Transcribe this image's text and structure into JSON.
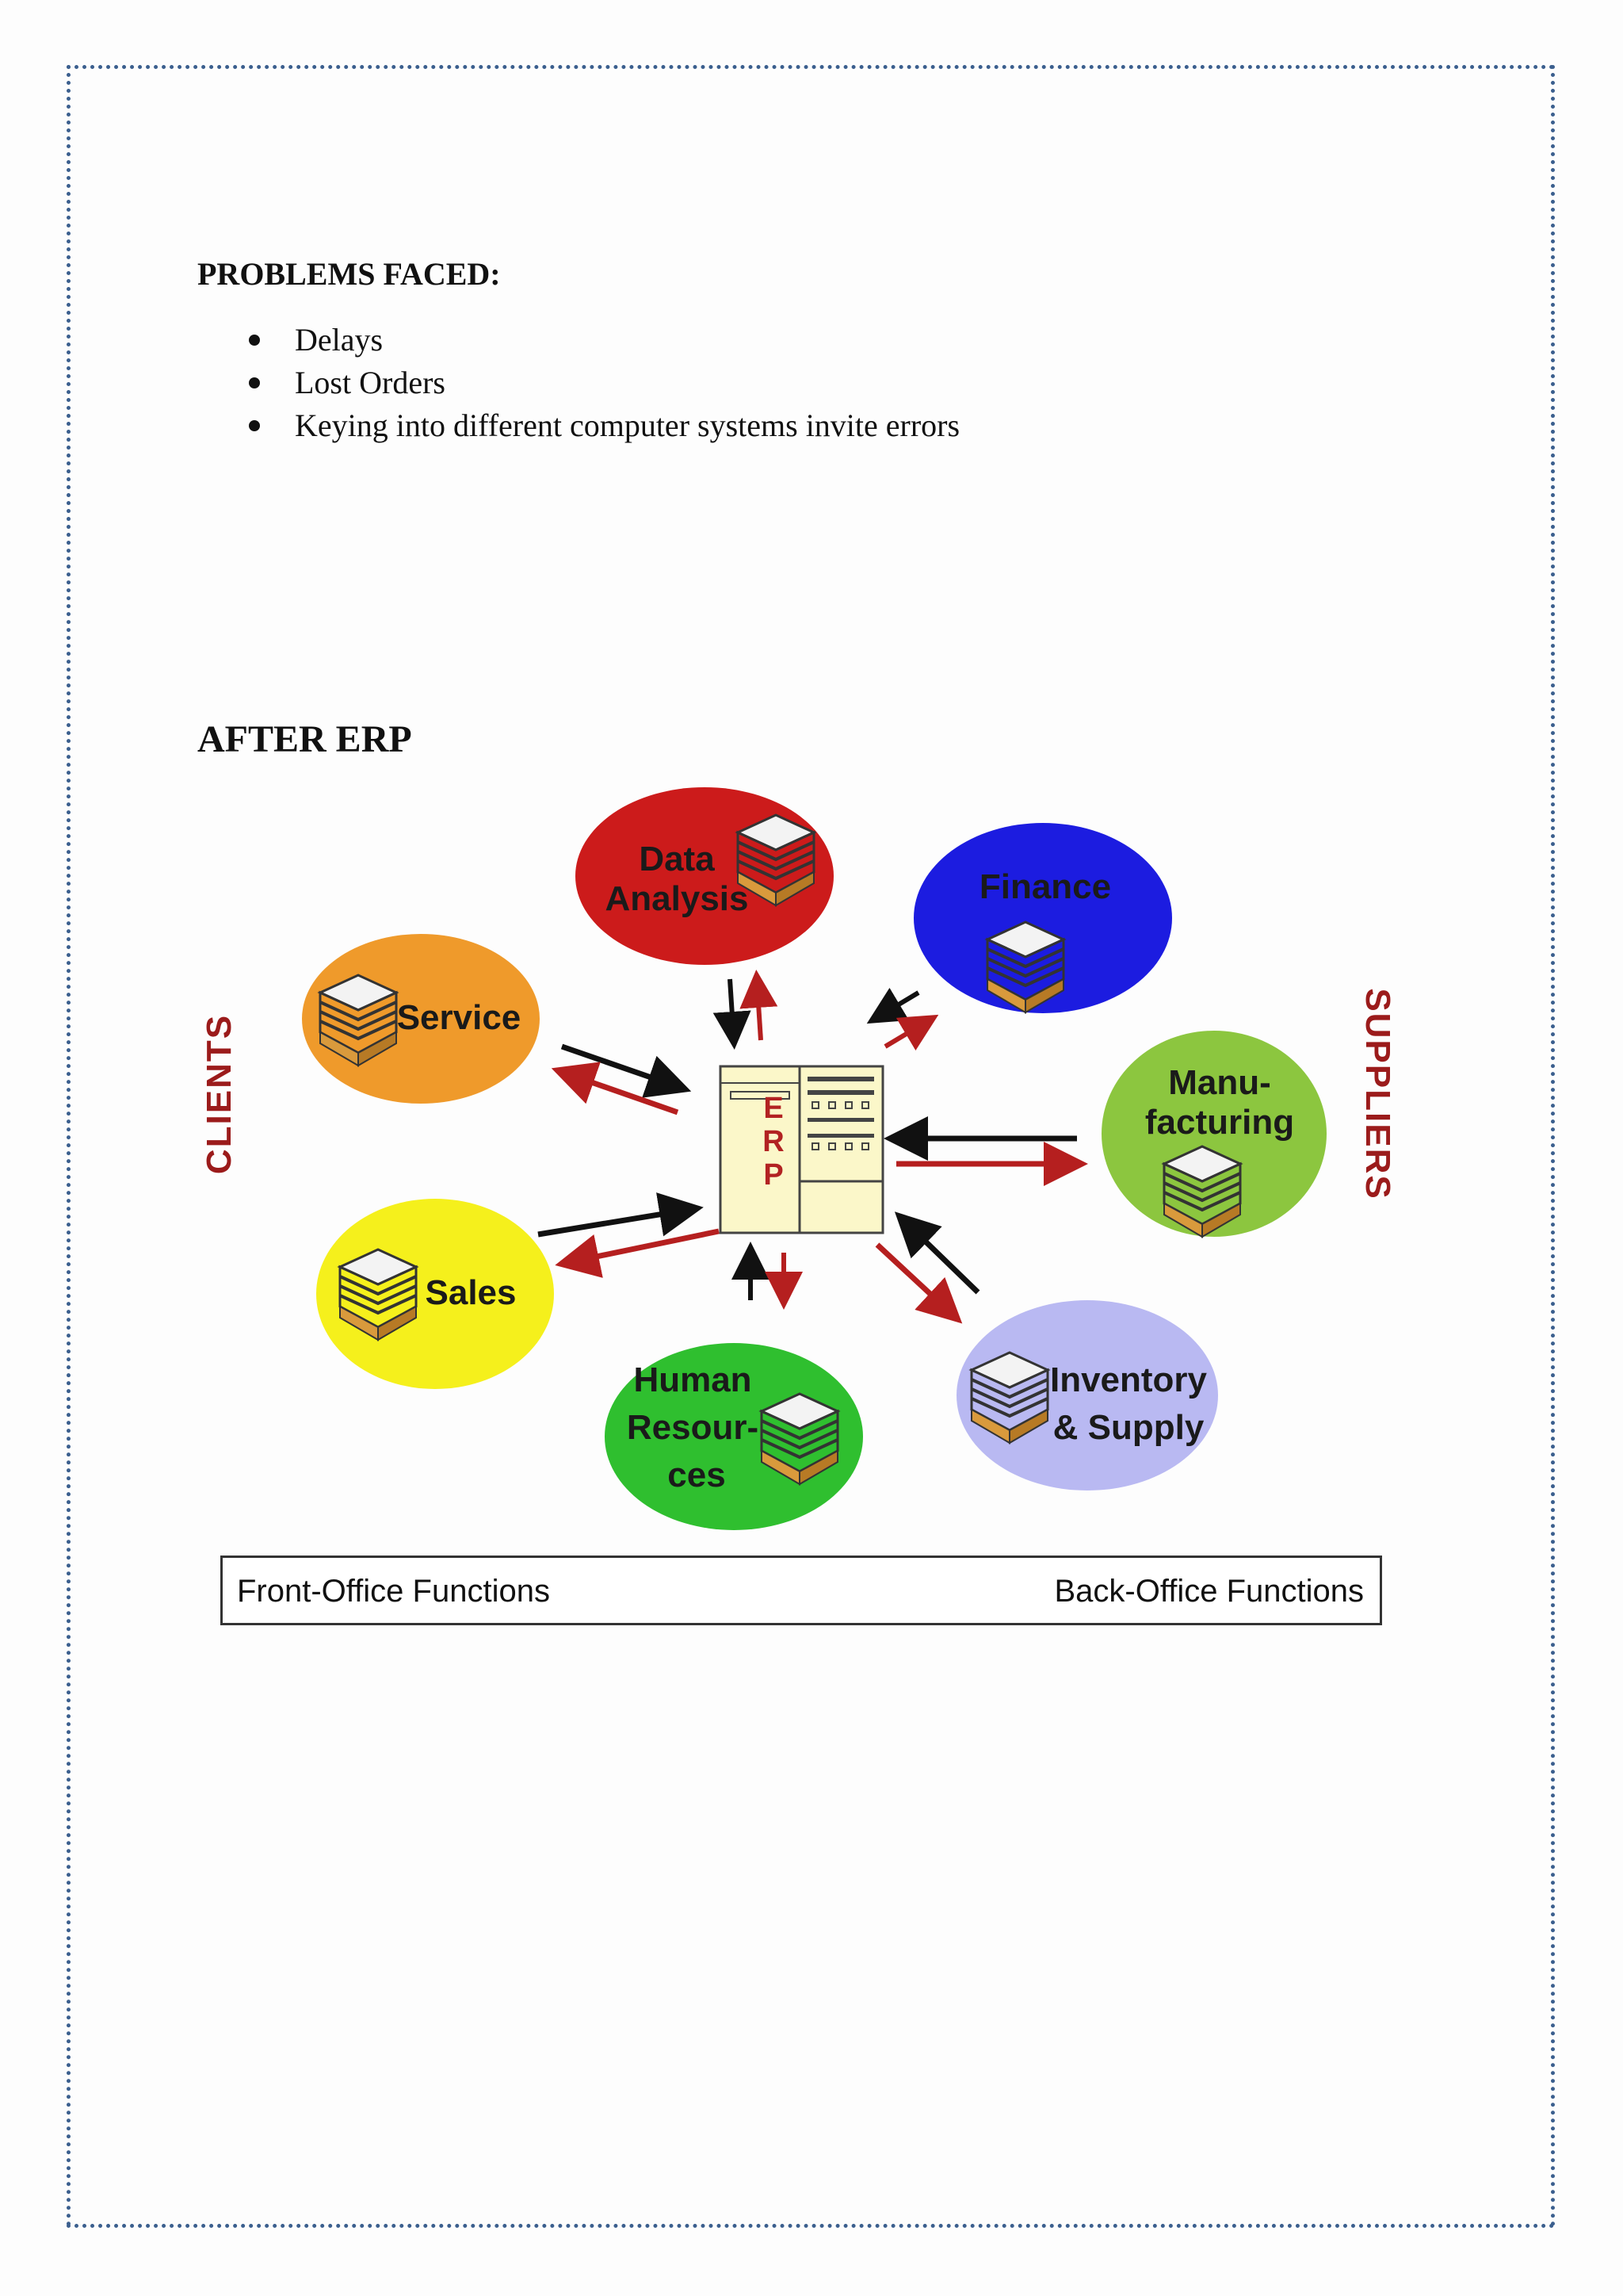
{
  "problems": {
    "heading": "PROBLEMS FACED:",
    "items": [
      "Delays",
      "Lost Orders",
      "Keying into different computer systems invite errors"
    ]
  },
  "after_erp": {
    "title": "AFTER ERP"
  },
  "diagram": {
    "side_left": "CLIENTS",
    "side_right": "SUPPLIERS",
    "center": "ERP",
    "nodes": {
      "data_analysis": [
        "Data",
        "Analysis"
      ],
      "finance": [
        "Finance"
      ],
      "service": [
        "Service"
      ],
      "manufacturing": [
        "Manu-",
        "facturing"
      ],
      "sales": [
        "Sales"
      ],
      "human_resources": [
        "Human",
        "Resour-",
        "ces"
      ],
      "inventory": [
        "Inventory",
        "& Supply"
      ]
    },
    "colors": {
      "data_analysis": "#cc1b1b",
      "finance": "#1c1ce0",
      "service": "#ef9a2b",
      "manufacturing": "#8cc63f",
      "sales": "#f5f01c",
      "human_resources": "#2fbf2f",
      "inventory": "#b9b9f2",
      "arrow_out": "#b51f1f",
      "arrow_in": "#111111",
      "side_label": "#9b1b1b"
    },
    "footer_left": "Front-Office Functions",
    "footer_right": "Back-Office Functions"
  }
}
